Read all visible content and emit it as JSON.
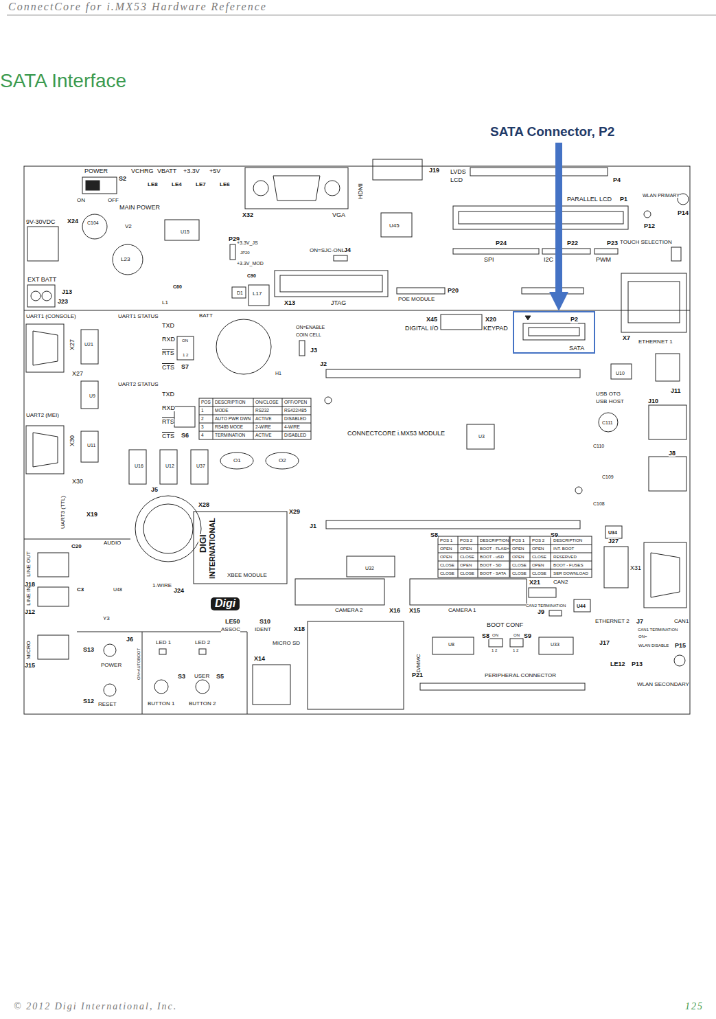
{
  "diagram": {
    "title": "SATA Interface",
    "nodes": [
      {
        "text": [
          "SATA Connector, P2"
        ]
      },
      {
        "text": [
          "P2",
          "SATA"
        ]
      }
    ],
    "edges": [
      {
        "from": 0,
        "to": 1,
        "arrow": "to"
      }
    ],
    "labels": [
      "ConnectCore for i.MX53 Hardware Reference",
      "© 2012 Digi International, Inc.",
      "125",
      "POWER",
      "S2",
      "ON",
      "OFF",
      "VCHRG",
      "VBATT",
      "+3.3V",
      "+5V",
      "LE8",
      "LE4",
      "LE7",
      "LE6",
      "MAIN POWER",
      "9V-30VDC",
      "X24",
      "C104",
      "V2",
      "L23",
      "U15",
      "EXT BATT",
      "J13",
      "J23",
      "C60",
      "L1",
      "D1",
      "L17",
      "C90",
      "X32",
      "VGA",
      "P29",
      "+3.3V_JS",
      "JP20",
      "+3.3V_MOD",
      "ON=SJC-ONLY",
      "J4",
      "X13",
      "JTAG",
      "HDMI",
      "J19",
      "U45",
      "LVDS",
      "LCD",
      "PARALLEL LCD",
      "P4",
      "P1",
      "WLAN PRIMARY",
      "P12",
      "P14",
      "TOUCH SELECTION",
      "P24",
      "SPI",
      "P22",
      "I2C",
      "P23",
      "PWM",
      "P20",
      "POE MODULE",
      "X45",
      "DIGITAL I/O",
      "X20",
      "KEYPAD",
      "X7",
      "ETHERNET 1",
      "J11",
      "USB OTG",
      "USB HOST",
      "J10",
      "J8",
      "C111",
      "C110",
      "C109",
      "C108",
      "J27",
      "X31",
      "ETHERNET 2",
      "J7",
      "CAN1",
      "CAN1 TERMINATION",
      "J17",
      "ON=",
      "WLAN DISABLE",
      "LE12",
      "P13",
      "P15",
      "WLAN SECONDARY",
      "UART1 (CONSOLE)",
      "UART1 STATUS",
      "X27",
      "X27",
      "TXD",
      "RXD",
      "RTS",
      "CTS",
      "S7",
      "ON",
      "1 2",
      "UART2 STATUS",
      "TXD",
      "RXD",
      "RTS",
      "CTS",
      "S6",
      "UART2 (MEI)",
      "X30",
      "X30",
      "UART3 (TTL)",
      "X19",
      "BATT",
      "H1",
      "ON=ENABLE",
      "COIN CELL",
      "J3",
      "J2",
      "POS",
      "DESCRIPTION",
      "ON/CLOSE",
      "OFF/OPEN",
      "1",
      "MODE",
      "RS232",
      "RS422/485",
      "2",
      "AUTO PWR DWN",
      "ACTIVE",
      "DISABLED",
      "3",
      "RS485 MODE",
      "2-WIRE",
      "4-WIRE",
      "4",
      "TERMINATION",
      "ACTIVE",
      "DISABLED",
      "CONNECTCORE i.MX53 MODULE",
      "O1",
      "O2",
      "J5",
      "1-WIRE",
      "J24",
      "X28",
      "X29",
      "DIGI",
      "INTERNATIONAL",
      "XBEE MODULE",
      "Digi",
      "LE50",
      "S10",
      "ASSOC",
      "IDENT",
      "J1",
      "AUDIO",
      "LINE OUT",
      "J18",
      "LINE IN",
      "J12",
      "MICRO",
      "J15",
      "C20",
      "C3",
      "U48",
      "Y3",
      "J6",
      "ON=AUTOBOOT",
      "S13",
      "POWER",
      "S12",
      "RESET",
      "LED 1",
      "LED 2",
      "S3",
      "USER",
      "S5",
      "BUTTON 1",
      "BUTTON 2",
      "X18",
      "MICRO SD",
      "X14",
      "SD/MMC",
      "CAMERA 2",
      "X16",
      "X15",
      "CAMERA 1",
      "S8",
      "POS 1",
      "POS 2",
      "DESCRIPTION",
      "OPEN",
      "OPEN",
      "BOOT - FLASH",
      "OPEN",
      "CLOSE",
      "BOOT - uSD",
      "CLOSE",
      "OPEN",
      "BOOT - SD",
      "CLOSE",
      "CLOSE",
      "BOOT - SATA",
      "S9",
      "POS 1",
      "POS 2",
      "DESCRIPTION",
      "OPEN",
      "OPEN",
      "INT. BOOT",
      "OPEN",
      "CLOSE",
      "RESERVED",
      "CLOSE",
      "OPEN",
      "BOOT - FUSES",
      "CLOSE",
      "CLOSE",
      "SER DOWNLOAD",
      "X21",
      "CAN2",
      "CAN2 TERMINATION",
      "J9",
      "BOOT CONF",
      "S8",
      "ON",
      "ON",
      "S9",
      "1 2",
      "1 2",
      "U8",
      "U33",
      "P21",
      "PERIPHERAL CONNECTOR",
      "U44",
      "U34",
      "U32",
      "U21",
      "U9",
      "U11",
      "U16",
      "U12",
      "U37",
      "U3",
      "U10"
    ]
  }
}
